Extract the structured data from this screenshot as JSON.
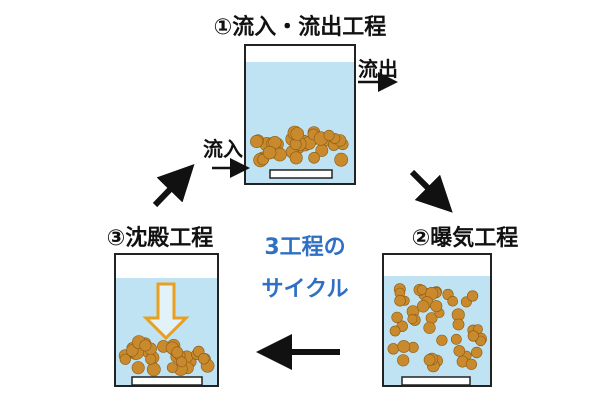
{
  "stages": {
    "stage1_title": "①流入・流出工程",
    "stage2_title": "②曝気工程",
    "stage3_title": "③沈殿工程",
    "inflow_label": "流入",
    "outflow_label": "流出"
  },
  "center": {
    "line1": "3工程の",
    "line2": "サイクル",
    "color": "#2f6fc4"
  },
  "colors": {
    "water": "#bfe3f2",
    "particle": "#c98a2e",
    "particle_edge": "#8a5a14",
    "settle_arrow": "#e9a020",
    "arrow": "#111111",
    "tank_stroke": "#222222"
  }
}
